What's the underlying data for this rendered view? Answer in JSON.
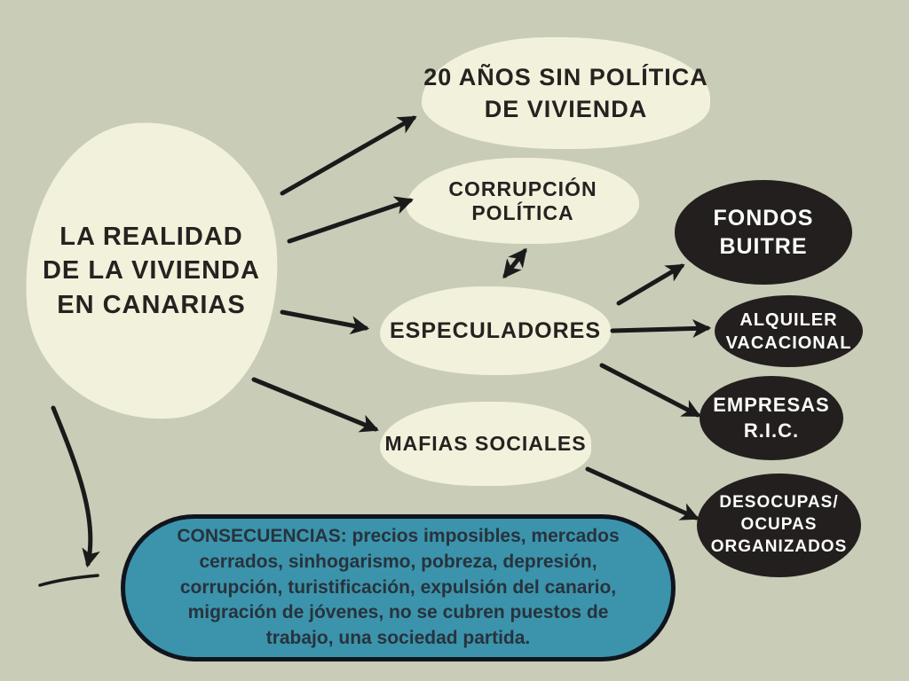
{
  "title": "LA REALIDAD DE LA VIVIENDA EN CANARIAS",
  "colors": {
    "background": "#c9ccb7",
    "blob_fill": "#f2f1dc",
    "dark_node_fill": "#231f1e",
    "dark_node_text": "#fdfdf8",
    "consequences_fill": "#3c93ac",
    "consequences_border": "#10151d",
    "consequences_text": "#27333c",
    "arrow": "#1a1a1a"
  },
  "root_node": {
    "label": "LA REALIDAD\nDE LA VIVIENDA\nEN CANARIAS"
  },
  "cause_nodes": [
    {
      "id": "sin-politica",
      "label": "20 AÑOS SIN POLÍTICA\nDE VIVIENDA"
    },
    {
      "id": "corrupcion",
      "label": "CORRUPCIÓN POLÍTICA"
    },
    {
      "id": "especuladores",
      "label": "ESPECULADORES"
    },
    {
      "id": "mafias",
      "label": "MAFIAS SOCIALES"
    }
  ],
  "actor_nodes": [
    {
      "id": "fondos-buitre",
      "label": "FONDOS\nBUITRE"
    },
    {
      "id": "alquiler-vacacional",
      "label": "ALQUILER\nVACACIONAL"
    },
    {
      "id": "empresas-ric",
      "label": "EMPRESAS\nR.I.C."
    },
    {
      "id": "desocupas",
      "label": "DESOCUPAS/\nOCUPAS\nORGANIZADOS"
    }
  ],
  "consequences": {
    "text": "CONSECUENCIAS: precios imposibles, mercados cerrados, sinhogarismo, pobreza, depresión, corrupción, turistificación,  expulsión del canario, migración de jóvenes, no se cubren puestos de trabajo, una sociedad partida."
  },
  "relations": [
    {
      "from": "root",
      "to": "sin-politica",
      "type": "arrow"
    },
    {
      "from": "root",
      "to": "corrupcion",
      "type": "arrow"
    },
    {
      "from": "root",
      "to": "especuladores",
      "type": "arrow"
    },
    {
      "from": "root",
      "to": "mafias",
      "type": "arrow"
    },
    {
      "from": "corrupcion",
      "to": "especuladores",
      "type": "double-arrow"
    },
    {
      "from": "especuladores",
      "to": "fondos-buitre",
      "type": "arrow"
    },
    {
      "from": "especuladores",
      "to": "alquiler-vacacional",
      "type": "arrow"
    },
    {
      "from": "especuladores",
      "to": "empresas-ric",
      "type": "arrow"
    },
    {
      "from": "mafias",
      "to": "desocupas",
      "type": "arrow"
    },
    {
      "from": "root",
      "to": "consequences",
      "type": "curved-arrow"
    }
  ]
}
